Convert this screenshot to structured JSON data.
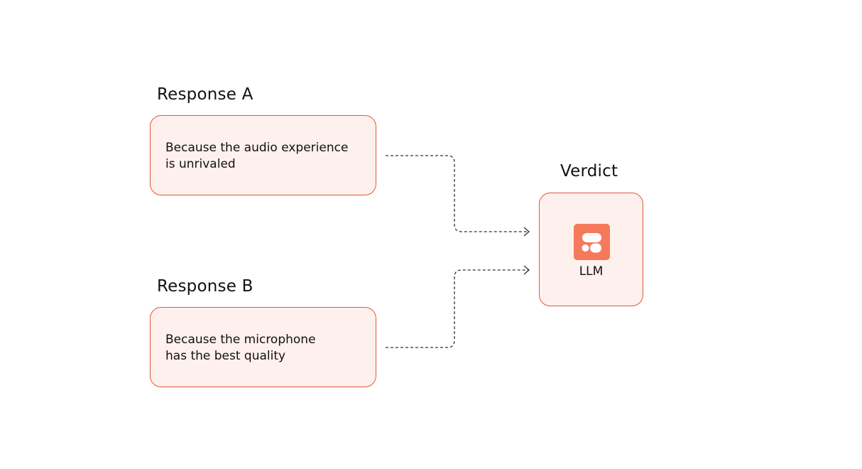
{
  "response_a": {
    "heading": "Response A",
    "text_line1": "Because the audio experience",
    "text_line2": "is unrivaled"
  },
  "response_b": {
    "heading": "Response B",
    "text_line1": "Because the microphone",
    "text_line2": "has the best quality"
  },
  "verdict": {
    "heading": "Verdict",
    "model_label": "LLM",
    "logo_icon": "llm-logo-icon"
  },
  "colors": {
    "box_border": "#e8553a",
    "box_fill": "#fdf0ed",
    "logo_bg": "#f47a5b",
    "connector": "#333333"
  }
}
